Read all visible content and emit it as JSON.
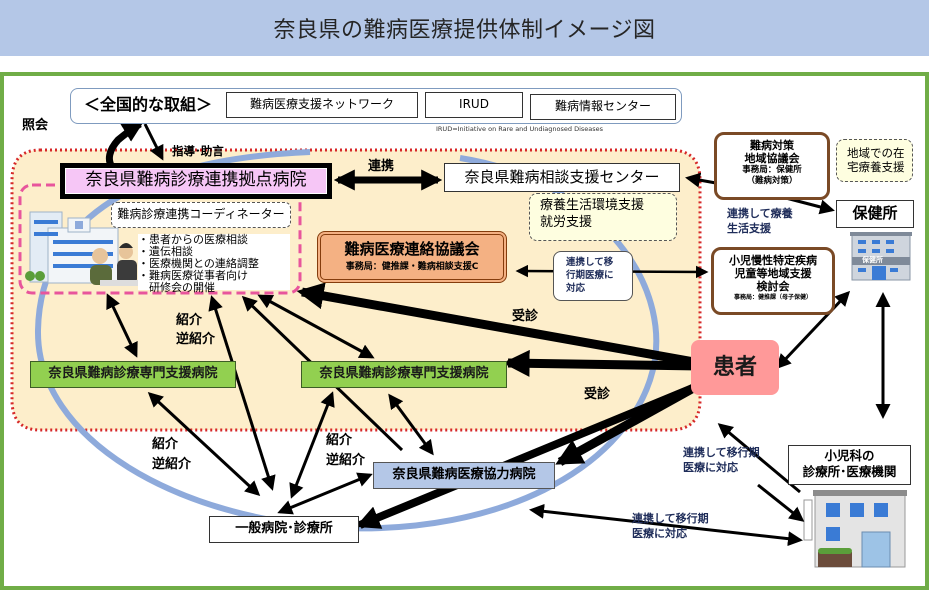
{
  "title": "奈良県の難病医療提供体制イメージ図",
  "colors": {
    "header_bg": "#b4c7e7",
    "frame_green": "#70ad47",
    "region_fill": "#fdeecb",
    "dotted_red": "#d62828",
    "pink_dash": "#e8559c",
    "oval_blue": "#8eaadb",
    "hub_fill": "#f6c6f6",
    "council_fill": "#f4b183",
    "council_border": "#843c0c",
    "patient_fill": "#ff9999",
    "support_green": "#92d050",
    "coop_blue": "#b4c7e7",
    "note_yellow": "#fefee0"
  },
  "national": {
    "heading": "＜全国的な取組＞",
    "items": [
      "難病医療支援ネットワーク",
      "IRUD",
      "難病情報センター"
    ],
    "footnote": "IRUD=Initiative on Rare and Undiagnosed Diseases"
  },
  "labels": {
    "inquiry": "照会",
    "guidance": "指導･助言",
    "cooperation": "連携",
    "referral_1": "紹介",
    "reverse_referral_1": "逆紹介",
    "referral_2": "紹介",
    "reverse_referral_2": "逆紹介",
    "referral_3": "紹介",
    "reverse_referral_3": "逆紹介",
    "visit_1": "受診",
    "visit_2": "受診",
    "coop_care_support_1": "連携して療養",
    "coop_care_support_2": "生活支援",
    "transition_1_line1": "連携して移行期",
    "transition_1_line2": "医療に対応",
    "transition_2_line1": "連携して移行期",
    "transition_2_line2": "医療に対応"
  },
  "hub_hospital": "奈良県難病診療連携拠点病院",
  "consult_center": "奈良県難病相談支援センター",
  "coordinator": {
    "title": "難病診療連携コーディネーター",
    "duties": [
      "・患者からの医療相談",
      "・遺伝相談",
      "・医療機関との連絡調整",
      "・難病医療従事者向け",
      "　研修会の開催"
    ]
  },
  "life_support": [
    "療養生活環境支援",
    "就労支援"
  ],
  "council": {
    "name": "難病医療連絡協議会",
    "secretariat": "事務局：健推課・難病相談支援C"
  },
  "transition_note": [
    "連携して移",
    "行期医療に",
    "対応"
  ],
  "regional_council": {
    "lines": [
      "難病対策",
      "地域協議会",
      "事務局：保健所",
      "（難病対策）"
    ]
  },
  "home_care_note": [
    "地域での在",
    "宅療養支援"
  ],
  "health_center": {
    "label": "保健所",
    "sign": "保健所"
  },
  "pediatric_council": {
    "lines": [
      "小児慢性特定疾病",
      "児童等地域支援",
      "検討会"
    ],
    "secretariat": "事務局：健推課（母子保健）"
  },
  "patient": "患者",
  "support_hospitals": [
    "奈良県難病診療専門支援病院",
    "奈良県難病診療専門支援病院"
  ],
  "coop_hospital": "奈良県難病医療協力病院",
  "general_clinic": "一般病院･診療所",
  "pediatric_clinic": [
    "小児科の",
    "診療所･医療機関"
  ]
}
